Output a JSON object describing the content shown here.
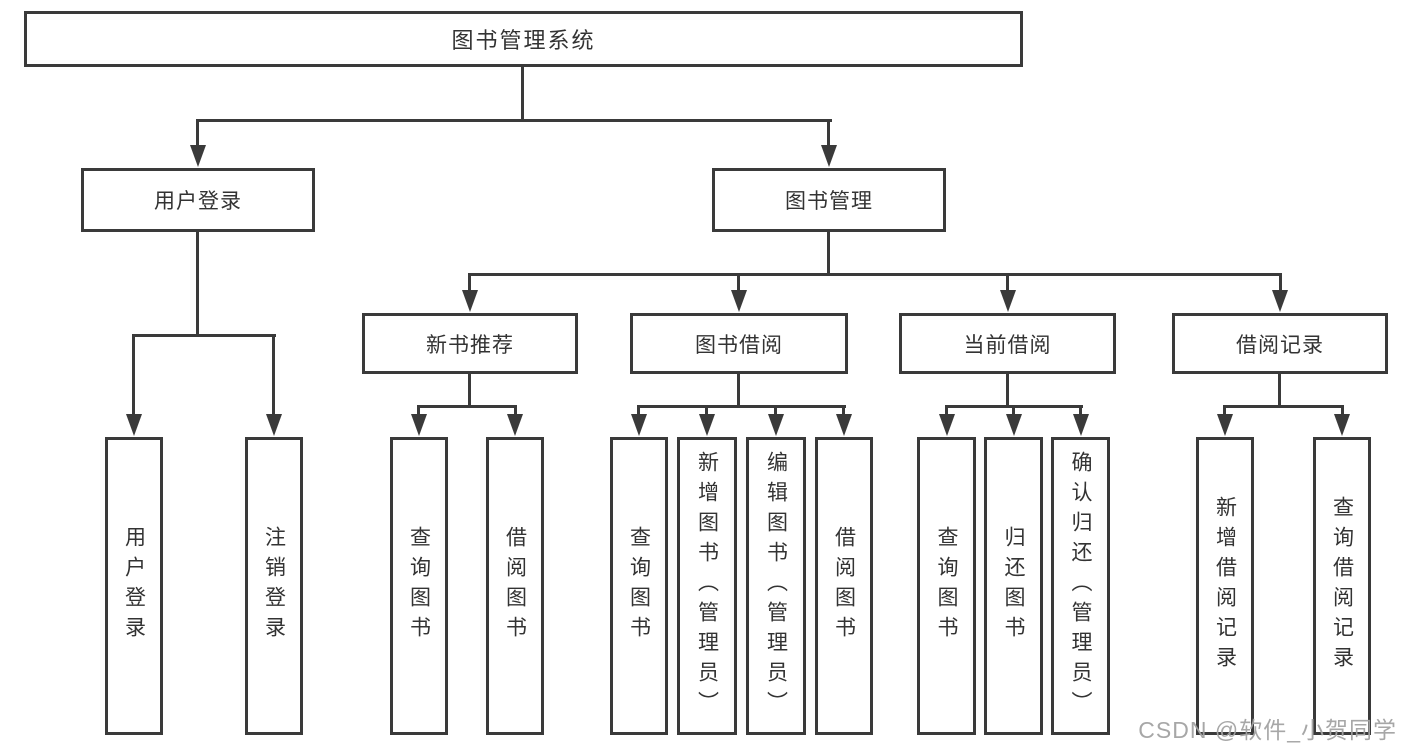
{
  "diagram": {
    "nodes": {
      "root": "图书管理系统",
      "user_login": "用户登录",
      "book_mgmt": "图书管理",
      "new_book_rec": "新书推荐",
      "book_borrow": "图书借阅",
      "current_borrow": "当前借阅",
      "borrow_records": "借阅记录",
      "leaf_user_login": "用户登录",
      "leaf_logout": "注销登录",
      "leaf_query_book_a": "查询图书",
      "leaf_borrow_book_a": "借阅图书",
      "leaf_query_book_b": "查询图书",
      "leaf_add_book": "新增图书（管理员）",
      "leaf_edit_book": "编辑图书（管理员）",
      "leaf_borrow_book_b": "借阅图书",
      "leaf_query_book_c": "查询图书",
      "leaf_return_book": "归还图书",
      "leaf_confirm_return": "确认归还（管理员）",
      "leaf_add_record": "新增借阅记录",
      "leaf_query_record": "查询借阅记录"
    },
    "hierarchy": {
      "图书管理系统": {
        "用户登录": [
          "用户登录",
          "注销登录"
        ],
        "图书管理": {
          "新书推荐": [
            "查询图书",
            "借阅图书"
          ],
          "图书借阅": [
            "查询图书",
            "新增图书（管理员）",
            "编辑图书（管理员）",
            "借阅图书"
          ],
          "当前借阅": [
            "查询图书",
            "归还图书",
            "确认归还（管理员）"
          ],
          "借阅记录": [
            "新增借阅记录",
            "查询借阅记录"
          ]
        }
      }
    },
    "colors": {
      "line": "#3a3a3a",
      "text": "#333333",
      "background": "#ffffff",
      "watermark": "#a2a2a2"
    },
    "watermark": "CSDN @软件_小贺同学"
  }
}
